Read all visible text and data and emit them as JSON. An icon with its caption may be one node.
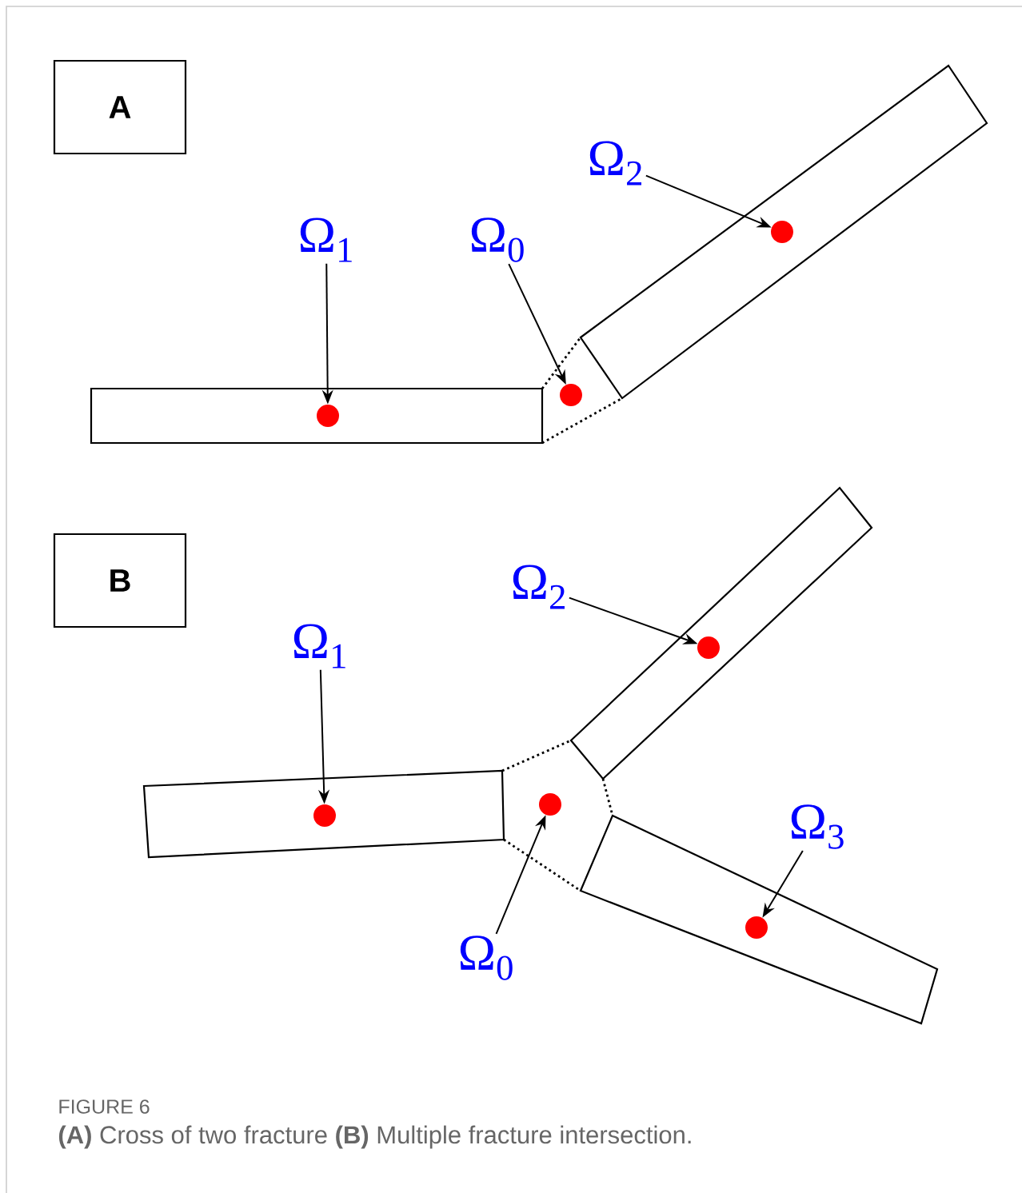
{
  "diagram": {
    "caption": "**(A)** Cross of two fracture **(B)** Multiple fracture intersection.",
    "nodes": [
      {
        "text": [
          "A"
        ]
      },
      {
        "text": [
          "Ω$_{1}$"
        ]
      },
      {
        "text": [],
        "shape": "circle"
      },
      {
        "text": [
          "Ω$_{0}$"
        ]
      },
      {
        "text": [],
        "shape": "circle"
      },
      {
        "text": [
          "Ω$_{2}$"
        ]
      },
      {
        "text": [],
        "shape": "circle"
      },
      {
        "text": [
          "B"
        ]
      },
      {
        "text": [
          "Ω$_{1}$"
        ]
      },
      {
        "text": [],
        "shape": "circle"
      },
      {
        "text": [
          "Ω$_{2}$"
        ]
      },
      {
        "text": [],
        "shape": "circle"
      },
      {
        "text": [],
        "shape": "circle"
      },
      {
        "text": [
          "Ω$_{0}$"
        ]
      },
      {
        "text": [
          "Ω$_{3}$"
        ]
      },
      {
        "text": [],
        "shape": "circle"
      }
    ],
    "edges": [
      {
        "from": 1,
        "to": 2,
        "arrow": "to"
      },
      {
        "from": 3,
        "to": 4,
        "arrow": "to"
      },
      {
        "from": 5,
        "to": 6,
        "arrow": "to"
      },
      {
        "from": 8,
        "to": 9,
        "arrow": "to"
      },
      {
        "from": 10,
        "to": 11,
        "arrow": "to"
      },
      {
        "from": 13,
        "to": 12,
        "arrow": "to"
      },
      {
        "from": 14,
        "to": 15,
        "arrow": "to"
      }
    ],
    "labels": [
      "FIGURE 6"
    ]
  }
}
